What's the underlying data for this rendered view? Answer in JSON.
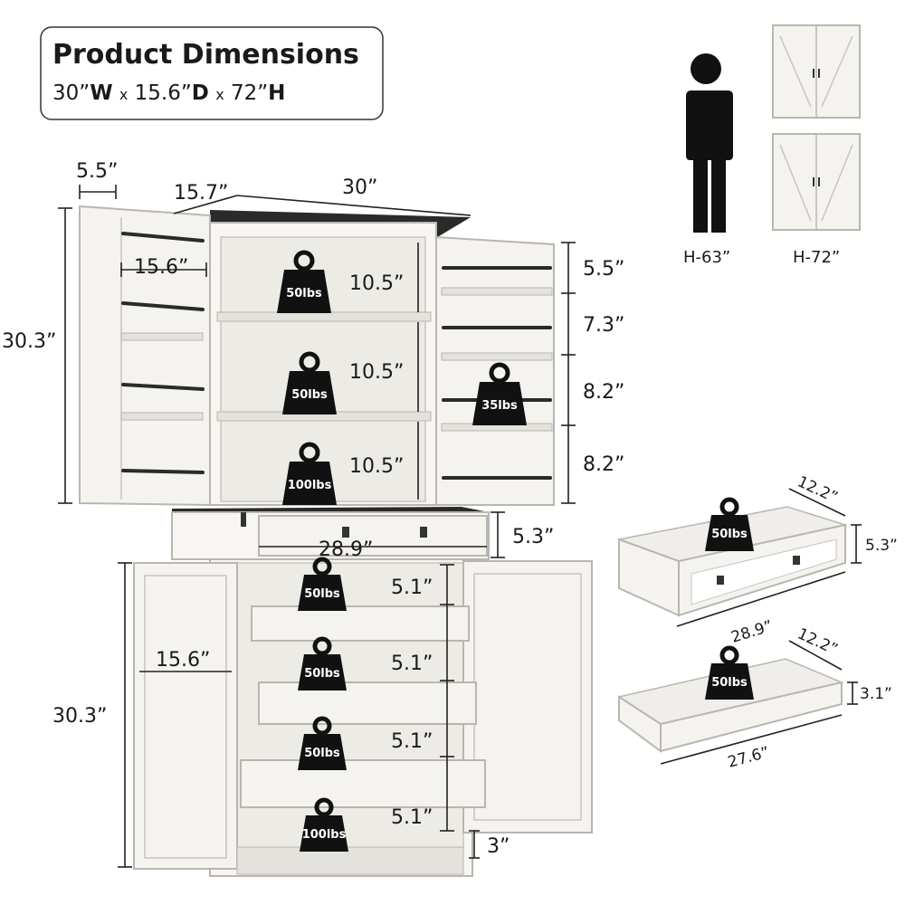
{
  "header": {
    "title": "Product Dimensions",
    "w_value": "30”",
    "w_letter": "W",
    "d_value": "15.6”",
    "d_letter": "D",
    "h_value": "72”",
    "h_letter": "H",
    "sep": "x"
  },
  "upper": {
    "door_depth": "5.5”",
    "depth_top": "15.7”",
    "width_top": "30”",
    "inner_depth": "15.6”",
    "height": "30.3”",
    "shelf_gaps": [
      "10.5”",
      "10.5”",
      "10.5”"
    ],
    "shelf_weights": [
      "50lbs",
      "50lbs",
      "100lbs"
    ],
    "door_rack_gaps": [
      "5.5”",
      "7.3”",
      "8.2”",
      "8.2”"
    ],
    "door_weight": "35lbs"
  },
  "middle": {
    "drawer_width": "28.9”",
    "drawer_height": "5.3”"
  },
  "lower": {
    "depth": "15.6”",
    "height": "30.3”",
    "gaps": [
      "5.1”",
      "5.1”",
      "5.1”",
      "5.1”"
    ],
    "weights": [
      "50lbs",
      "50lbs",
      "50lbs",
      "100lbs"
    ],
    "foot": "3”"
  },
  "person": {
    "label": "H-63”"
  },
  "cabinet_mini": {
    "label": "H-72”"
  },
  "drawer_top_detail": {
    "depth": "12.2”",
    "height": "5.3”",
    "width": "28.9”",
    "weight": "50lbs"
  },
  "drawer_bottom_detail": {
    "depth": "12.2”",
    "height": "3.1”",
    "width": "27.6”",
    "weight": "50lbs"
  }
}
